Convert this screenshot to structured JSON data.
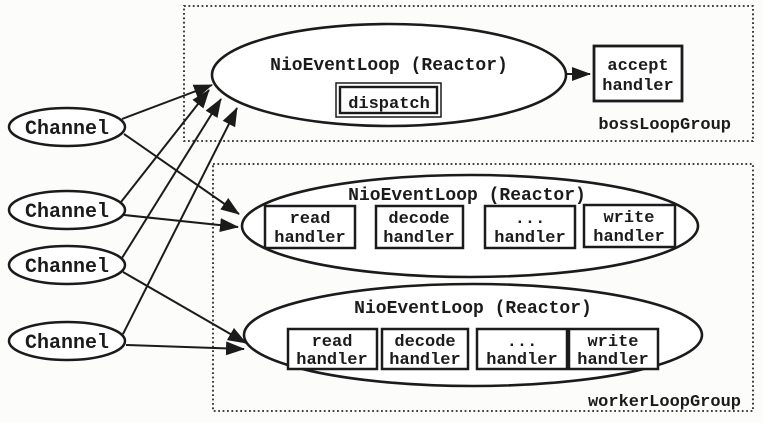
{
  "colors": {
    "ink": "#1b1b1b",
    "background": "#fcfcfb"
  },
  "channels": [
    {
      "label": "Channel"
    },
    {
      "label": "Channel"
    },
    {
      "label": "Channel"
    },
    {
      "label": "Channel"
    }
  ],
  "boss_group": {
    "label": "bossLoopGroup",
    "reactor_title": "NioEventLoop (Reactor)",
    "dispatch_label": "dispatch",
    "accept_handler": {
      "line1": "accept",
      "line2": "handler"
    }
  },
  "worker_group": {
    "label": "workerLoopGroup",
    "reactors": [
      {
        "title": "NioEventLoop (Reactor)",
        "handlers": [
          {
            "line1": "read",
            "line2": "handler"
          },
          {
            "line1": "decode",
            "line2": "handler"
          },
          {
            "line1": "...",
            "line2": "handler"
          },
          {
            "line1": "write",
            "line2": "handler"
          }
        ]
      },
      {
        "title": "NioEventLoop (Reactor)",
        "handlers": [
          {
            "line1": "read",
            "line2": "handler"
          },
          {
            "line1": "decode",
            "line2": "handler"
          },
          {
            "line1": "...",
            "line2": "handler"
          },
          {
            "line1": "write",
            "line2": "handler"
          }
        ]
      }
    ]
  }
}
